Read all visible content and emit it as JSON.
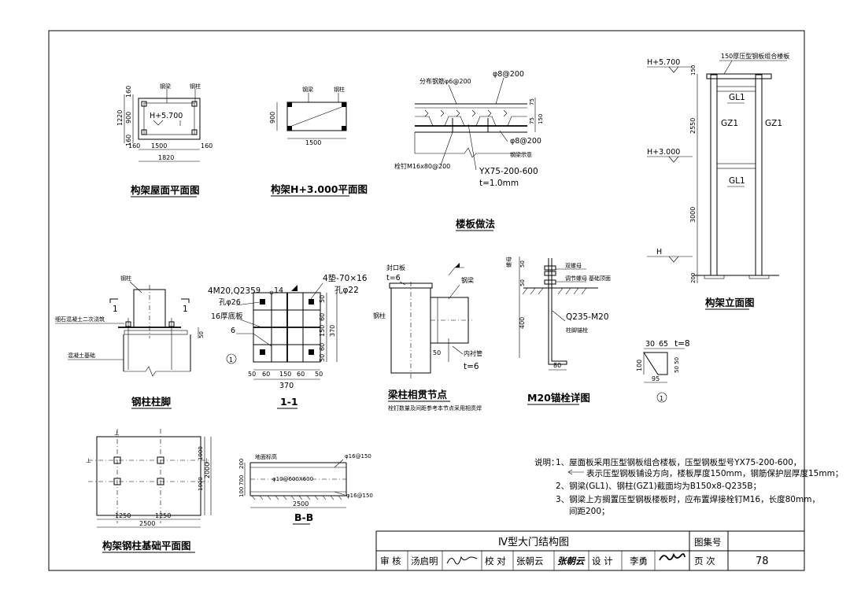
{
  "roof_plan": {
    "title": "构架屋面平面图",
    "beam": "钢梁",
    "column": "钢柱",
    "elevation": "H+5.700",
    "dim_total_w": "1820",
    "dim_mid_w": "1500",
    "dim_edge": "160",
    "dim_total_h": "1220",
    "dim_mid_h": "900",
    "dim_top": "160",
    "dim_bottom": "160",
    "dim_left": "160"
  },
  "mid_plan": {
    "title": "构架H+3.000平面图",
    "beam": "钢梁",
    "column": "钢柱",
    "dim_w": "1500",
    "dim_h": "900"
  },
  "floor_detail": {
    "title": "楼板做法",
    "dist_bar": "分布钢筋φ6@200",
    "top_bar": "φ8@200",
    "bot_bar": "φ8@200",
    "beam_note": "钢梁示意",
    "stud": "栓钉M16x80@200",
    "deck": "YX75-200-600",
    "thickness": "t=1.0mm",
    "dim_75a": "75",
    "dim_75b": "75",
    "dim_150": "150"
  },
  "elevation": {
    "title": "构架立面图",
    "top_note": "150厚压型钢板组合楼板",
    "el_top": "H+5.700",
    "el_mid": "H+3.000",
    "el_base": "H",
    "gl1_top": "GL1",
    "gl1_mid": "GL1",
    "gz1_left": "GZ1",
    "gz1_right": "GZ1",
    "dim_150": "150",
    "dim_2550": "2550",
    "dim_3000": "3000",
    "dim_200": "200"
  },
  "column_base": {
    "title": "钢柱柱脚",
    "column": "钢柱",
    "grout": "细石混凝土二次浇筑",
    "foundation": "混凝土基础",
    "section_mark": "1",
    "dim_50": "50"
  },
  "section_11": {
    "title": "1-1",
    "bolts": "4M20,Q235",
    "hole26": "孔φ26",
    "plate": "16厚底板",
    "washer": "4垫-70×16",
    "hole22": "孔φ22",
    "weld_9": "9",
    "weld_14": "14",
    "weld_6": "6",
    "detail_no": "1",
    "dims_bottom": [
      "50",
      "60",
      "150",
      "60",
      "50"
    ],
    "dim_total": "370",
    "dims_right": [
      "50",
      "60",
      "150",
      "60",
      "50"
    ],
    "dim_right_total": "370"
  },
  "beam_joint": {
    "title": "梁柱相贯节点",
    "subtitle": "栓钉数量及间距参考本节点采用相贯焊",
    "cap": "封口板",
    "cap_t": "t=6",
    "beam": "钢梁",
    "column": "钢柱",
    "sleeve": "内衬管",
    "sleeve_t": "t=6",
    "dim_50": "50"
  },
  "anchor": {
    "title": "M20锚栓详图",
    "double_nut": "双螺母",
    "adj_nut": "调节螺母",
    "found_top": "基础顶面",
    "nut_label": "螺母",
    "spec": "Q235-M20",
    "bolt": "柱脚锚栓",
    "dim_50a": "50",
    "dim_50b": "50",
    "dim_400": "400",
    "dim_80": "80"
  },
  "stiffener": {
    "dim_30": "30",
    "dim_65": "65",
    "thk": "t=8",
    "dim_100": "100",
    "dim_95": "95",
    "dim_side": "50 50",
    "detail_no": "1"
  },
  "foundation_plan": {
    "title": "构架钢柱基础平面图",
    "dim_1250a": "1250",
    "dim_1250b": "1250",
    "dim_2500": "2500",
    "dim_1000a": "1000",
    "dim_1000b": "1000",
    "dim_2000": "2000"
  },
  "section_bb": {
    "title": "B-B",
    "top_note": "地面标高",
    "top_bar": "φ16@150",
    "mid_bar": "φ10@600X600",
    "bot_bar": "φ16@150",
    "dim_2500": "2500",
    "dim_200": "200",
    "dim_700": "700",
    "dim_100": "100"
  },
  "notes": {
    "prefix": "说明：",
    "n1": "1、屋面板采用压型钢板组合楼板，压型钢板型号YX75-200-600，",
    "n1b": "表示压型钢板铺设方向，楼板厚度150mm，钢筋保护层厚度15mm；",
    "n2": "2、钢梁(GL1)、钢柱(GZ1)截面均为B150x8-Q235B；",
    "n3": "3、钢梁上方搁置压型钢板楼板时，应布置焊接栓钉M16，长度80mm，",
    "n3b": "间距200；"
  },
  "title_block": {
    "drawing_title": "Ⅳ型大门结构图",
    "atlas_label": "图集号",
    "review_label": "审  核",
    "reviewer": "汤启明",
    "check_label": "校  对",
    "checker": "张朝云",
    "checker_sig": "张朝云",
    "design_label": "设  计",
    "designer": "李勇",
    "page_label": "页  次",
    "page_no": "78"
  }
}
